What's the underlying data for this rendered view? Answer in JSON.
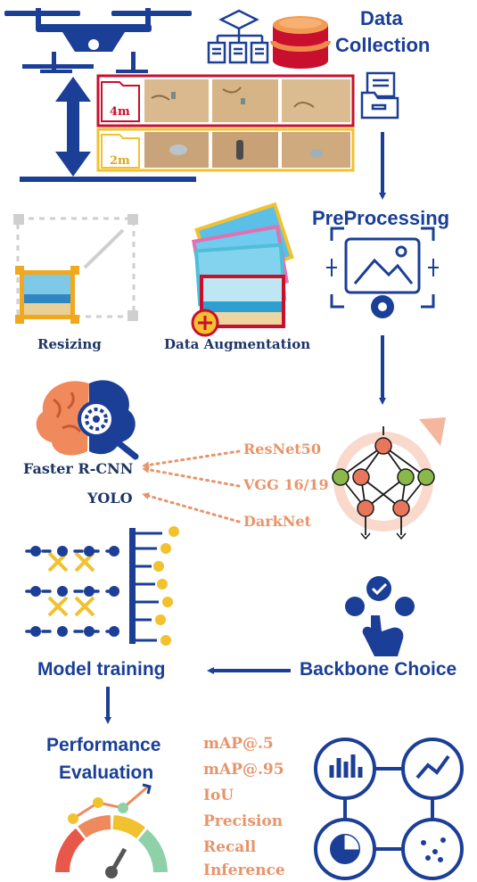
{
  "colors": {
    "navy": "#1b3f96",
    "orange": "#e8946a",
    "red": "#c8102e",
    "yellow": "#f2c12e"
  },
  "data_collection": {
    "title_line1": "Data",
    "title_line2": "Collection",
    "height_high": "4m",
    "height_low": "2m"
  },
  "preprocessing": {
    "title": "PreProcessing",
    "resizing": "Resizing",
    "augmentation": "Data Augmentation"
  },
  "models": {
    "faster_rcnn": "Faster R-CNN",
    "yolo": "YOLO"
  },
  "backbones": {
    "resnet": "ResNet50",
    "vgg": "VGG 16/19",
    "darknet": "DarkNet",
    "title": "Backbone Choice"
  },
  "training": {
    "title": "Model training"
  },
  "evaluation": {
    "title_line1": "Performance",
    "title_line2": "Evaluation",
    "metrics": [
      "mAP@.5",
      "mAP@.95",
      "IoU",
      "Precision",
      "Recall",
      "Inference"
    ]
  },
  "icons": [
    "drone-icon",
    "height-arrow-icon",
    "hierarchy-docs-icon",
    "database-icon",
    "folder-icon",
    "resize-frame-icon",
    "augmentation-stack-icon",
    "image-settings-icon",
    "neural-network-icon",
    "brain-gear-icon",
    "training-network-icon",
    "touch-choice-icon",
    "gauge-icon",
    "analytics-grid-icon"
  ]
}
